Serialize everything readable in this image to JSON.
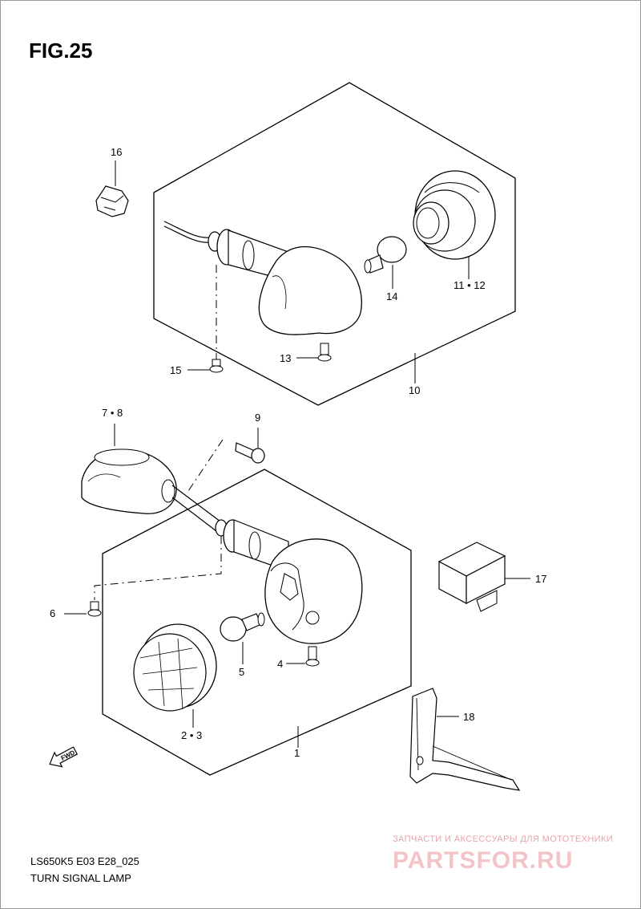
{
  "figure": {
    "title": "FIG.25",
    "model_code": "LS650K5 E03 E28_025",
    "description": "TURN SIGNAL LAMP"
  },
  "callouts": {
    "c1": "1",
    "c2_3": "2 • 3",
    "c4": "4",
    "c5": "5",
    "c6": "6",
    "c7_8": "7 • 8",
    "c9": "9",
    "c10": "10",
    "c11_12": "11 • 12",
    "c13": "13",
    "c14": "14",
    "c15": "15",
    "c16": "16",
    "c17": "17",
    "c18": "18"
  },
  "fwd_arrow": "FWD",
  "watermark": {
    "tagline": "ЗАПЧАСТИ И АКСЕССУАРЫ ДЛЯ МОТОТЕХНИКИ",
    "brand": "PARTSFOR.RU"
  }
}
